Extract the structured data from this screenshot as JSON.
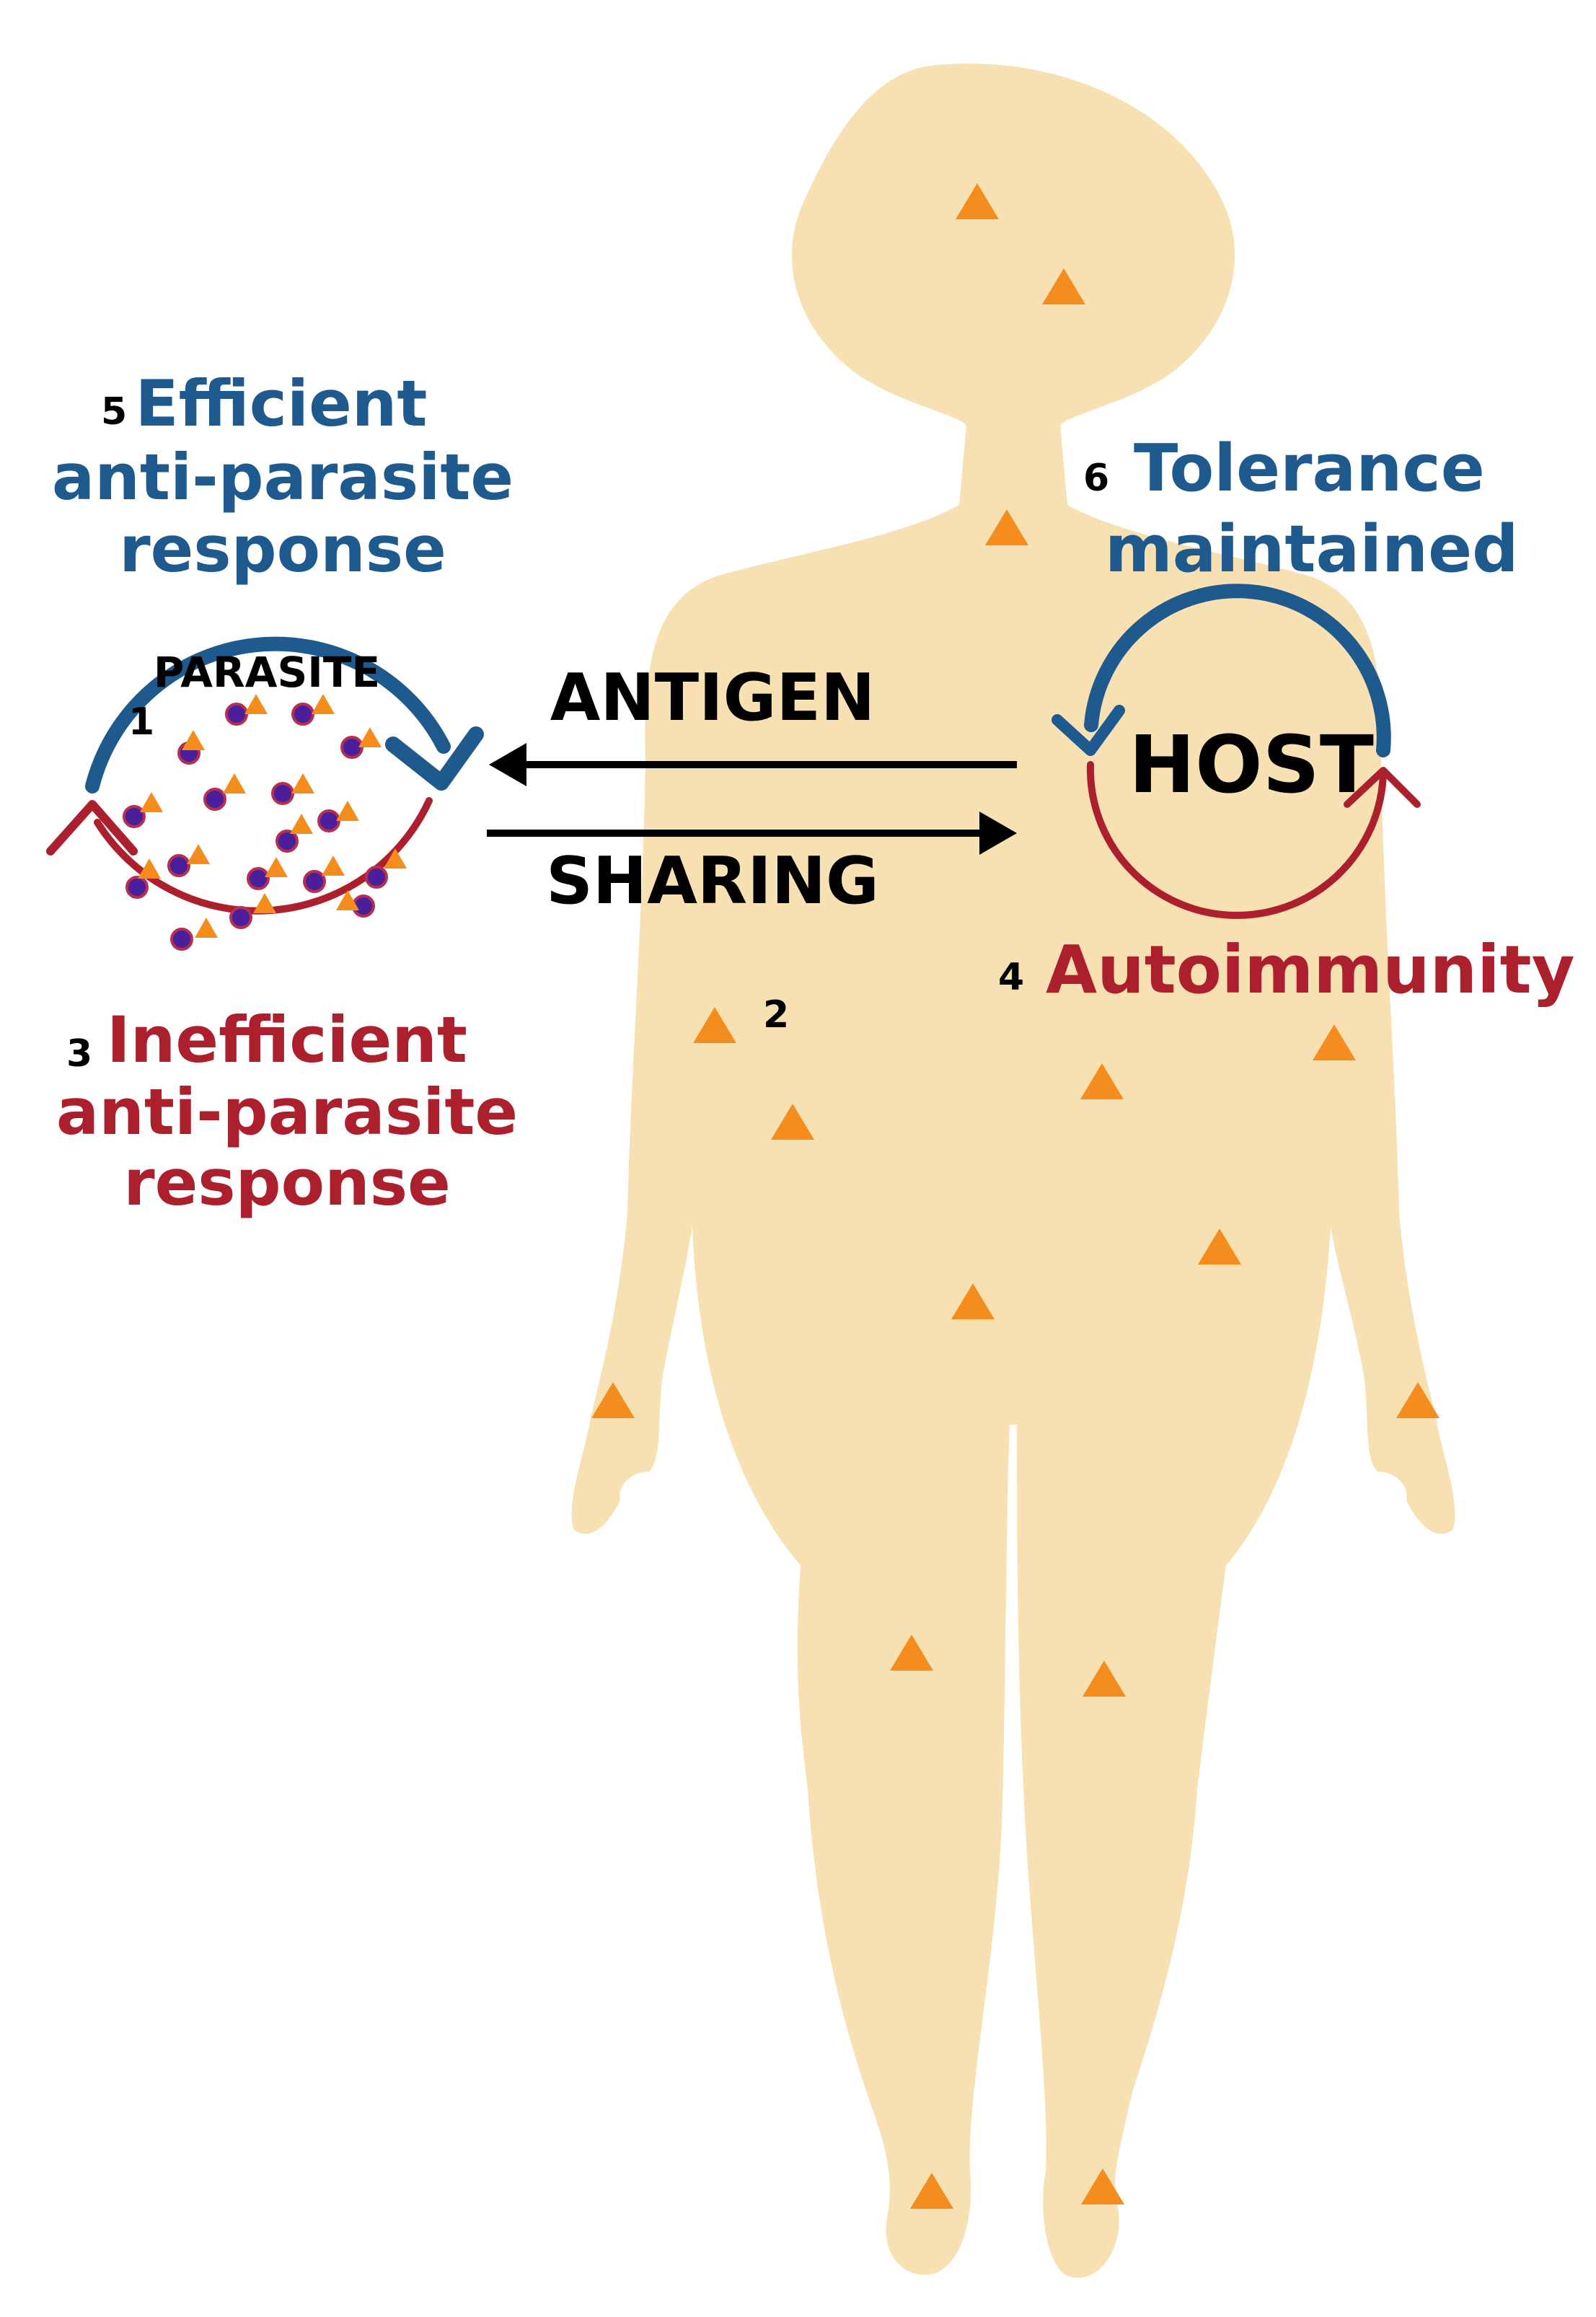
{
  "labels": {
    "efficient": {
      "number": "5",
      "lines": [
        "Efficient",
        "anti-parasite",
        "response"
      ]
    },
    "inefficient": {
      "number": "3",
      "lines": [
        "Inefficient",
        "anti-parasite",
        "response"
      ]
    },
    "tolerance": {
      "number": "6",
      "lines": [
        "Tolerance",
        "maintained"
      ]
    },
    "autoimmunity": {
      "number": "4",
      "text": "Autoimmunity"
    },
    "parasite": {
      "number": "1",
      "text": "PARASITE"
    },
    "host": {
      "text": "HOST"
    },
    "antigen": "ANTIGEN",
    "sharing": "SHARING",
    "body_number": "2"
  },
  "colors": {
    "body_fill": "#f7e1b3",
    "blue": "#1f5a8f",
    "red": "#ac1f2d",
    "antigen_triangle": "#f58d1e",
    "parasite_dot": "#4b1e9c",
    "parasite_dot_ring": "#b5304e",
    "text": "#000000"
  },
  "icons": {
    "antigen_marker": "orange-triangle",
    "parasite_cell": "purple-dot"
  }
}
